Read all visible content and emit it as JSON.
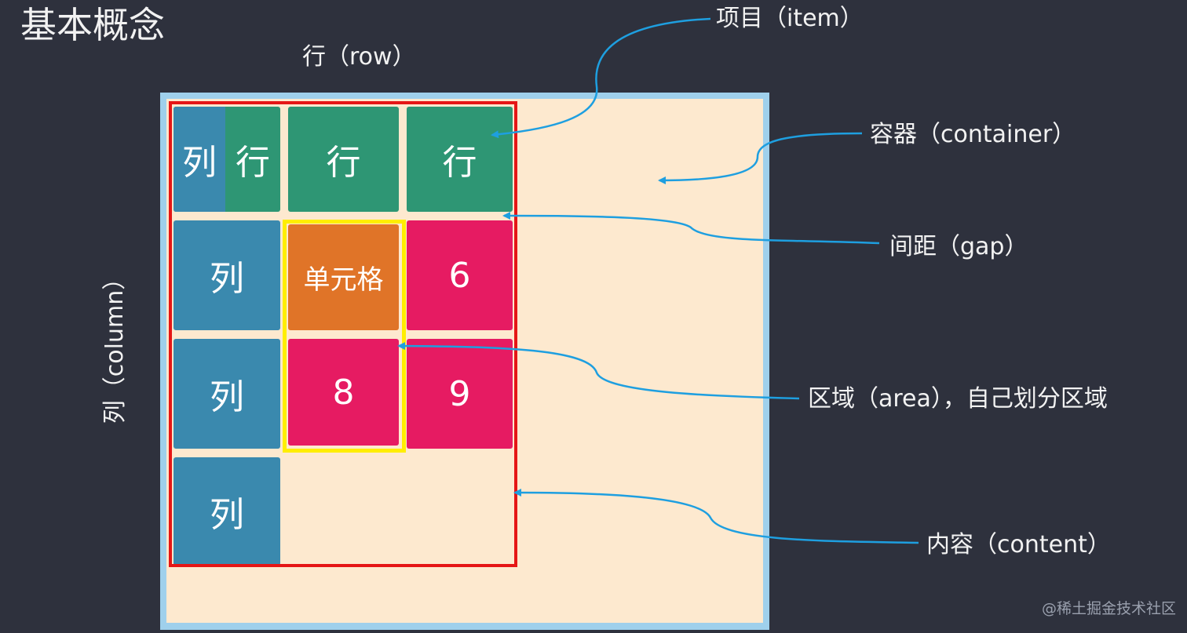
{
  "title": "基本概念",
  "labels": {
    "row": "行（row）",
    "column": "列（column）"
  },
  "annotations": {
    "item": "项目（item）",
    "container": "容器（container）",
    "gap": "间距（gap）",
    "area": "区域（area），自己划分区域",
    "content": "内容（content）"
  },
  "cells": {
    "item_col": "列",
    "item_row": "行",
    "row2": "行",
    "row3": "行",
    "col1": "列",
    "col2": "列",
    "col3": "列",
    "cell": "单元格",
    "six": "6",
    "eight": "8",
    "nine": "9"
  },
  "watermark": "@稀土掘金技术社区",
  "colors": {
    "background": "#2e313d",
    "container": "#fde9cf",
    "container_border": "#9fd0ec",
    "content_border": "#e51616",
    "area_border": "#ffee00",
    "row_cell": "#2e9674",
    "column_cell": "#3a89ae",
    "single_cell": "#e07428",
    "number_cell": "#e61b62",
    "arrow": "#1e9fe0"
  }
}
